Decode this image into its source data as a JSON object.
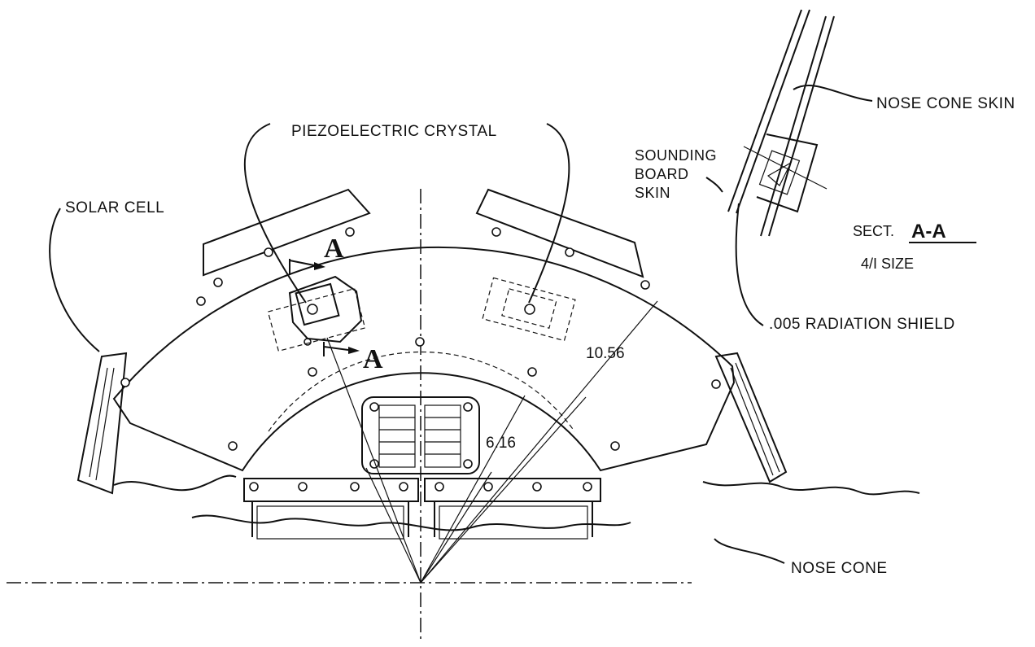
{
  "labels": {
    "piezoelectric_crystal": "PIEZOELECTRIC CRYSTAL",
    "solar_cell": "SOLAR CELL",
    "nose_cone_skin": "NOSE CONE SKIN",
    "sounding_board_line1": "SOUNDING",
    "sounding_board_line2": "BOARD",
    "sounding_board_line3": "SKIN",
    "radiation_shield": ".005 RADIATION SHIELD",
    "nose_cone": "NOSE CONE"
  },
  "section": {
    "prefix": "SECT.",
    "name": "A-A",
    "scale": "4/I SIZE",
    "cut_marker": "A"
  },
  "dimensions": {
    "outer_radius": "10.56",
    "inner_radius": "6.16"
  }
}
